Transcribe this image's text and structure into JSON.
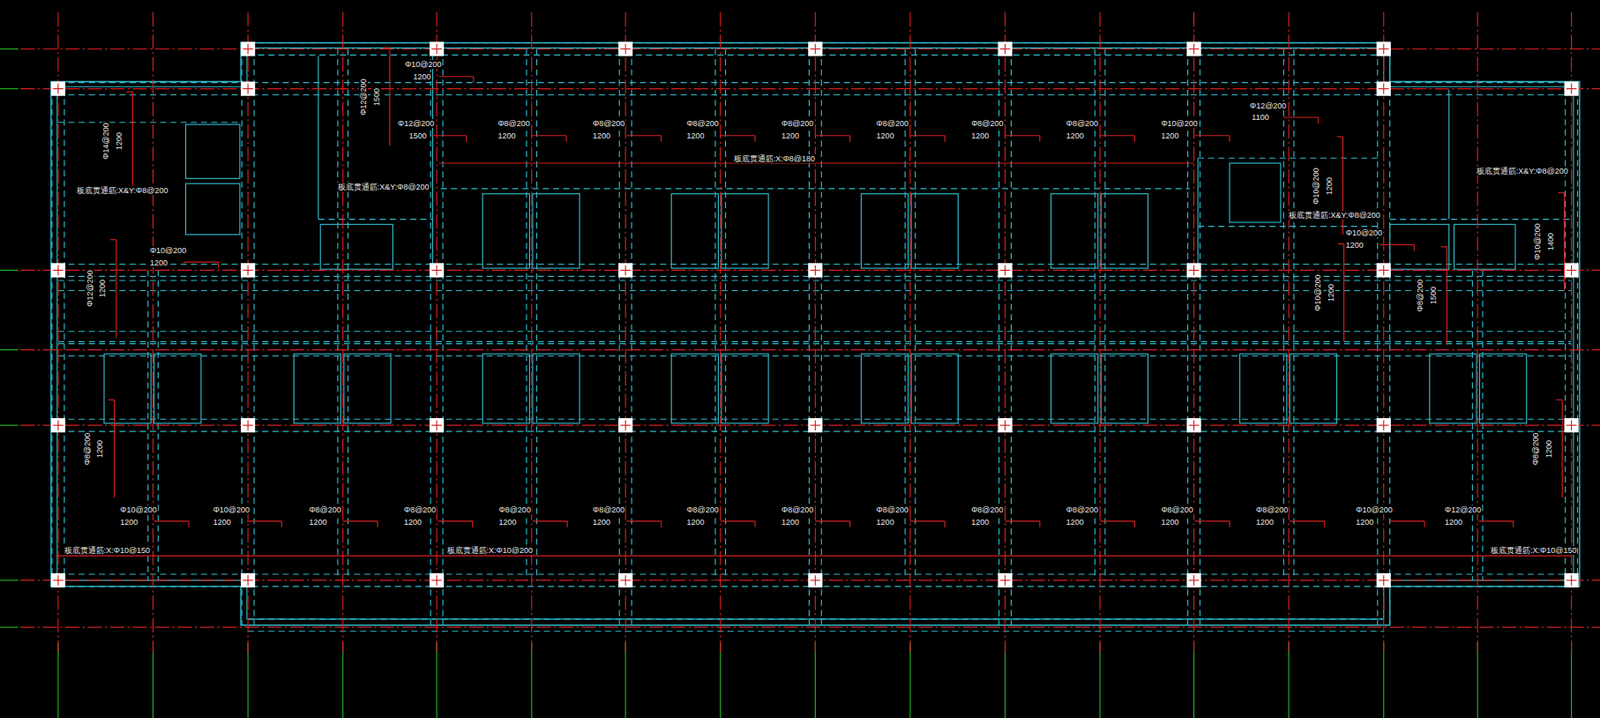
{
  "diagram": {
    "labels": [
      "Φ10@200",
      "1200",
      "Φ12@200",
      "1500",
      "Φ12@200",
      "1500",
      "Φ8@200",
      "1200",
      "Φ8@200",
      "1200",
      "Φ8@200",
      "1200",
      "Φ8@200",
      "1200",
      "Φ8@200",
      "1200",
      "Φ8@200",
      "1200",
      "Φ8@200",
      "1200",
      "Φ10@200",
      "1200",
      "板底贯通筋:X:Φ8@180",
      "Φ12@200",
      "1100",
      "Φ10@200",
      "1200",
      "板底贯通筋:X&Y:Φ8@200",
      "Φ10@200",
      "1200",
      "Φ10@200",
      "1400",
      "板底贯通筋:X&Y:Φ8@200",
      "Φ14@200",
      "1200",
      "板底贯通筋:X&Y:Φ8@200",
      "板底贯通筋:X&Y:Φ8@200",
      "Φ10@200",
      "1200",
      "Φ12@200",
      "1200",
      "Φ10@200",
      "1200",
      "Φ8@200",
      "1500",
      "Φ8@200",
      "1200",
      "Φ8@200",
      "1200",
      "Φ10@200",
      "1200",
      "Φ10@200",
      "1200",
      "Φ8@200",
      "1200",
      "Φ8@200",
      "1200",
      "Φ8@200",
      "1200",
      "Φ8@200",
      "1200",
      "Φ8@200",
      "1200",
      "Φ8@200",
      "1200",
      "Φ8@200",
      "1200",
      "Φ8@200",
      "1200",
      "Φ8@200",
      "1200",
      "Φ8@200",
      "1200",
      "Φ8@200",
      "1200",
      "Φ10@200",
      "1200",
      "Φ12@200",
      "1200",
      "板底贯通筋:X:Φ10@150",
      "板底贯通筋:X:Φ10@200",
      "板底贯通筋:X:Φ10@150"
    ]
  }
}
